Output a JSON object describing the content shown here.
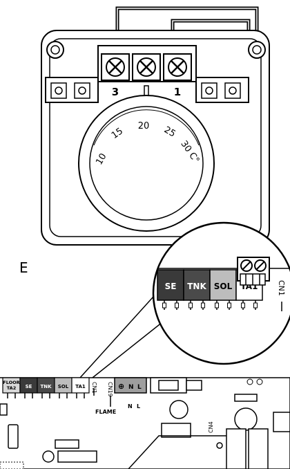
{
  "diagram": {
    "section_letter": "E",
    "thermostat": {
      "terminal_left": "3",
      "terminal_right": "1",
      "dial_ticks": [
        {
          "label": "10"
        },
        {
          "label": "15"
        },
        {
          "label": "20"
        },
        {
          "label": "25"
        },
        {
          "label": "30 C°"
        }
      ]
    },
    "zoom": {
      "terminals": [
        {
          "label": "SE",
          "color": "#3a3a3a"
        },
        {
          "label": "TNK",
          "color": "#4a4a4a"
        },
        {
          "label": "SOL",
          "color": "#bdbdbd"
        },
        {
          "label": "TA1",
          "color": "#ffffff"
        }
      ],
      "connector": "CN1"
    },
    "board": {
      "terminals": [
        {
          "label": "FLOOR\nTA2",
          "color": "#d9d9d9"
        },
        {
          "label": "SE",
          "color": "#3a3a3a"
        },
        {
          "label": "TNK",
          "color": "#4a4a4a"
        },
        {
          "label": "SOL",
          "color": "#bdbdbd"
        },
        {
          "label": "TA1",
          "color": "#ffffff"
        }
      ],
      "cn1": "CN1",
      "cn19": "CN19",
      "flame": "FLAME",
      "ground": "⊕",
      "n": "N",
      "l": "L",
      "n_below": "N",
      "l_below": "L",
      "cn4": "CN4"
    }
  }
}
